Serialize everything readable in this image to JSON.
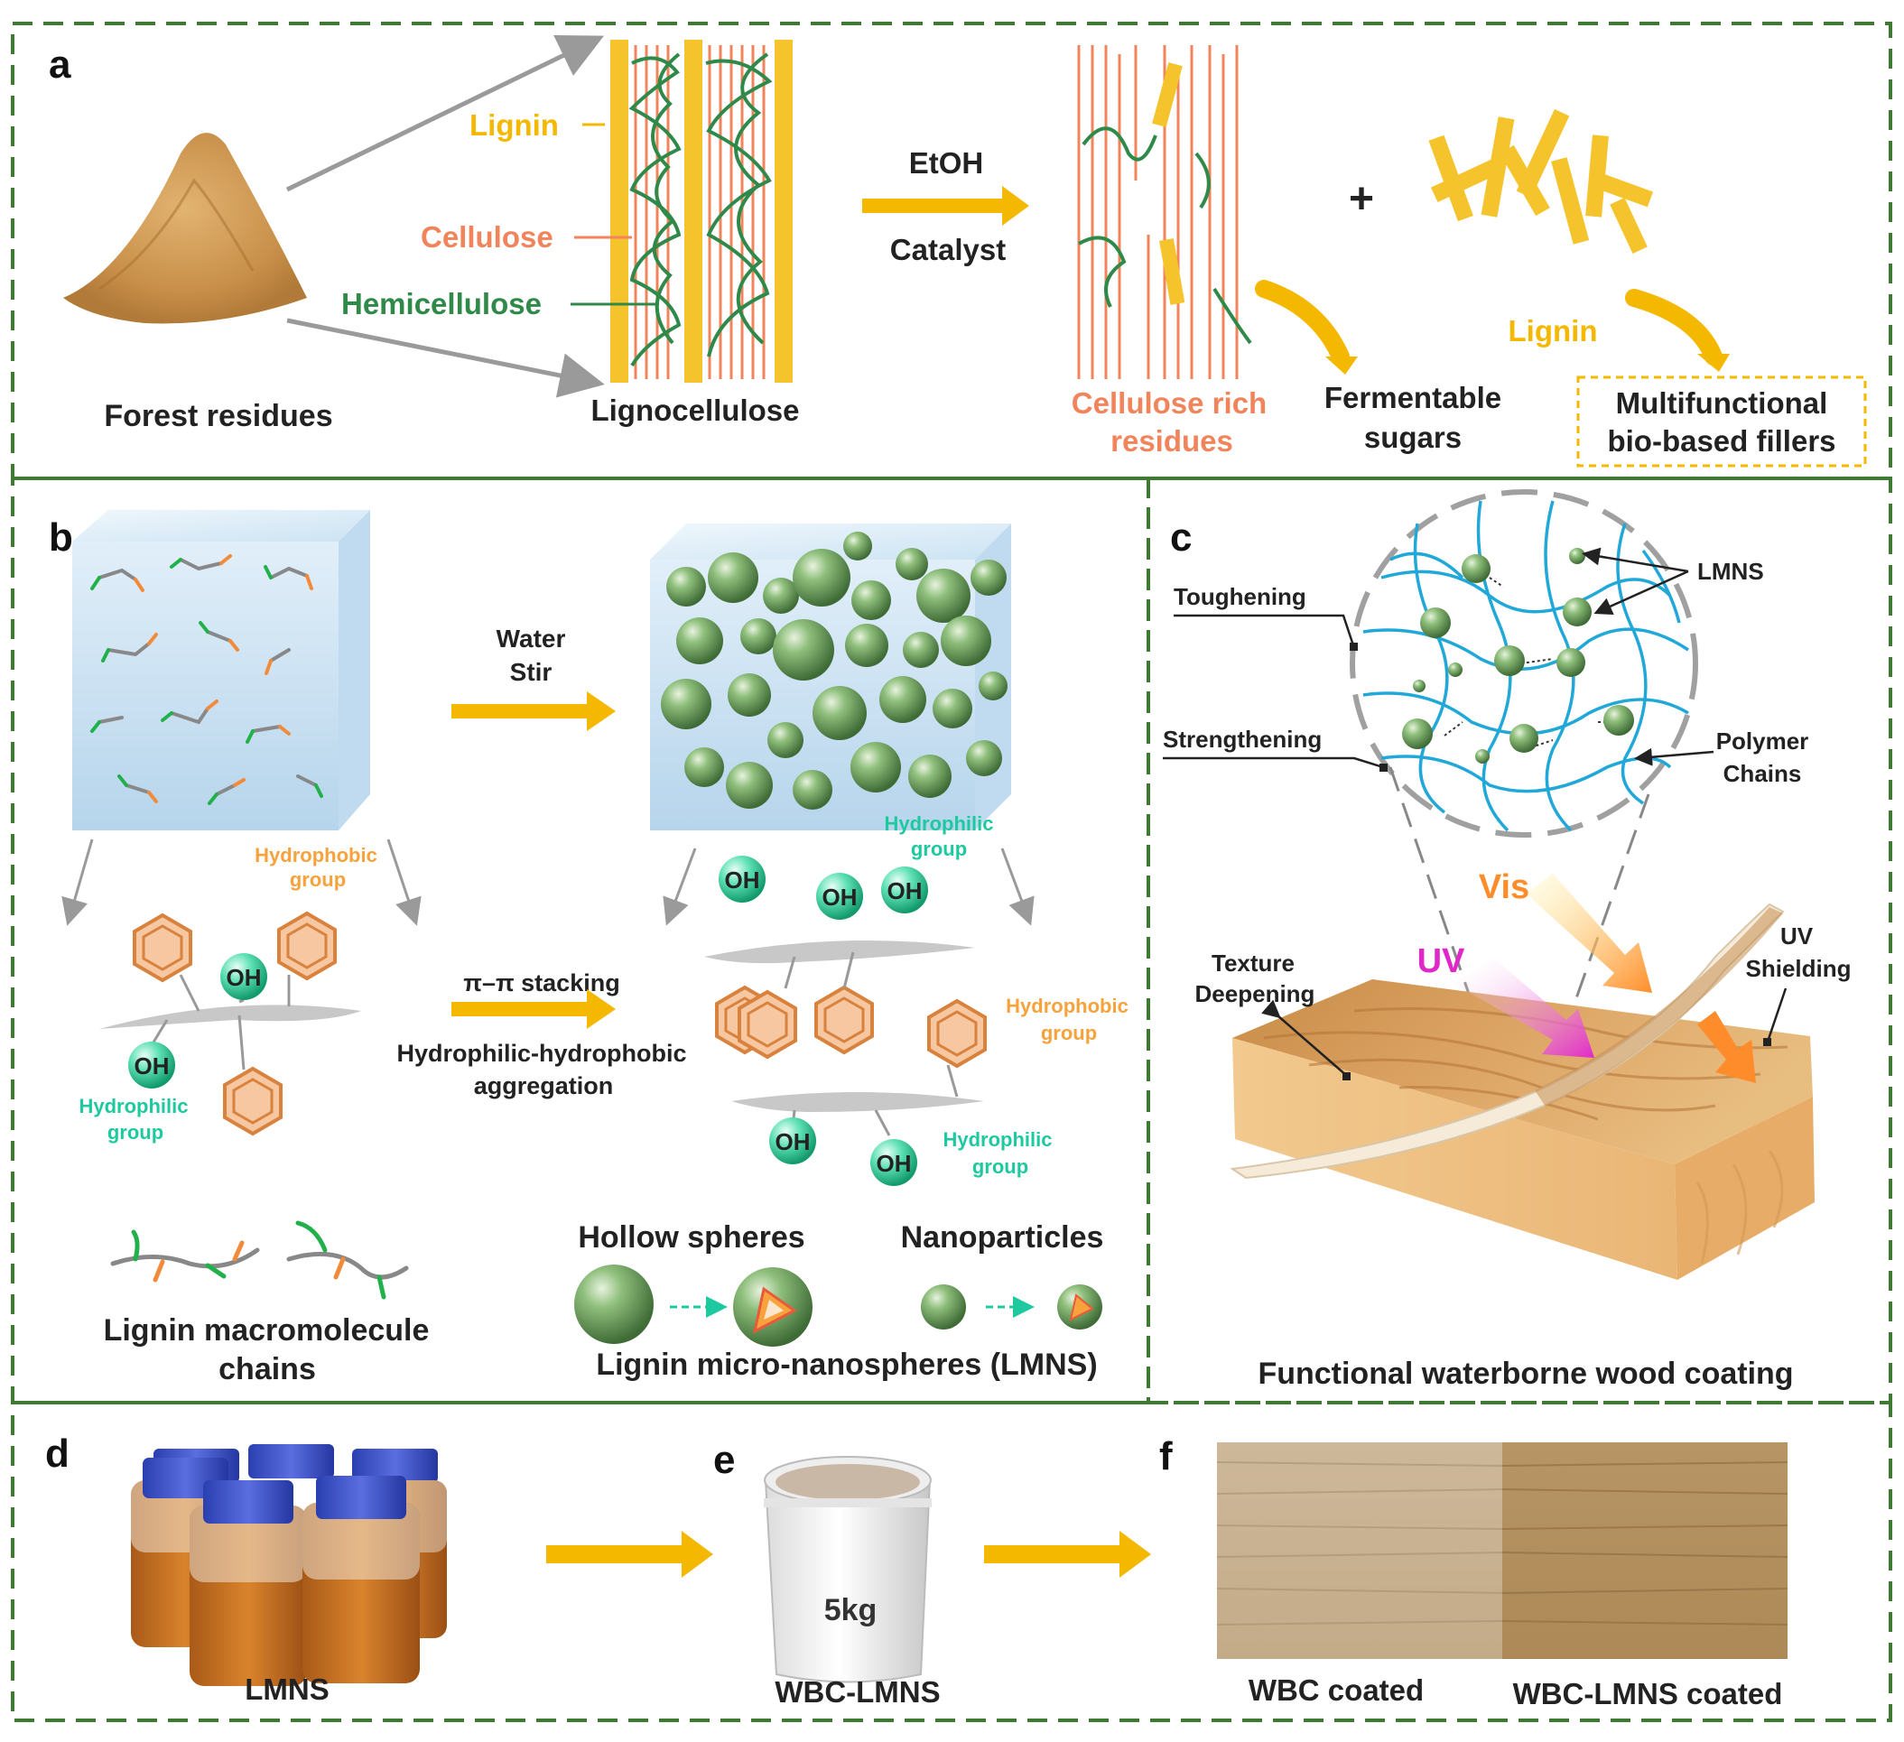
{
  "colors": {
    "frame": "#3e7a32",
    "lignin": "#f5c32c",
    "cellulose": "#f2845c",
    "hemicellulose": "#2f8a4a",
    "hydrophilic": "#1fc9a0",
    "hydrophobic": "#f7a23c",
    "sphere": "#7fae6e",
    "polymer": "#22a8d8",
    "uv": "#e028c8",
    "vis": "#ff8c2a",
    "arrow": "#f5b800",
    "wood": "#d7a35a"
  },
  "panel_a": {
    "letter": "a",
    "forest_residues": "Forest residues",
    "lignin": "Lignin",
    "cellulose": "Cellulose",
    "hemicellulose": "Hemicellulose",
    "lignocellulose": "Lignocellulose",
    "solvent": "EtOH",
    "catalyst": "Catalyst",
    "plus": "+",
    "cellulose_rich_1": "Cellulose rich",
    "cellulose_rich_2": "residues",
    "fermentable_1": "Fermentable",
    "fermentable_2": "sugars",
    "lignin_product": "Lignin",
    "fillers_1": "Multifunctional",
    "fillers_2": "bio-based fillers"
  },
  "panel_b": {
    "letter": "b",
    "water": "Water",
    "stir": "Stir",
    "hydrophobic_group": "Hydrophobic",
    "group": "group",
    "hydrophilic_group": "Hydrophilic",
    "oh": "OH",
    "pi_stacking": "π–π stacking",
    "aggregation_1": "Hydrophilic-hydrophobic",
    "aggregation_2": "aggregation",
    "chains_1": "Lignin macromolecule",
    "chains_2": "chains",
    "hollow_spheres": "Hollow spheres",
    "nanoparticles": "Nanoparticles",
    "lmns_full": "Lignin micro-nanospheres (LMNS)"
  },
  "panel_c": {
    "letter": "c",
    "toughening": "Toughening",
    "strengthening": "Strengthening",
    "lmns": "LMNS",
    "polymer_1": "Polymer",
    "polymer_2": "Chains",
    "vis": "Vis",
    "uv": "UV",
    "texture_1": "Texture",
    "texture_2": "Deepening",
    "uv_shield_1": "UV",
    "uv_shield_2": "Shielding",
    "caption": "Functional waterborne wood coating"
  },
  "panel_d": {
    "letter": "d",
    "label": "LMNS"
  },
  "panel_e": {
    "letter": "e",
    "label": "WBC-LMNS",
    "bucket_text": "5kg"
  },
  "panel_f": {
    "letter": "f",
    "left_label": "WBC coated",
    "right_label": "WBC-LMNS coated"
  }
}
